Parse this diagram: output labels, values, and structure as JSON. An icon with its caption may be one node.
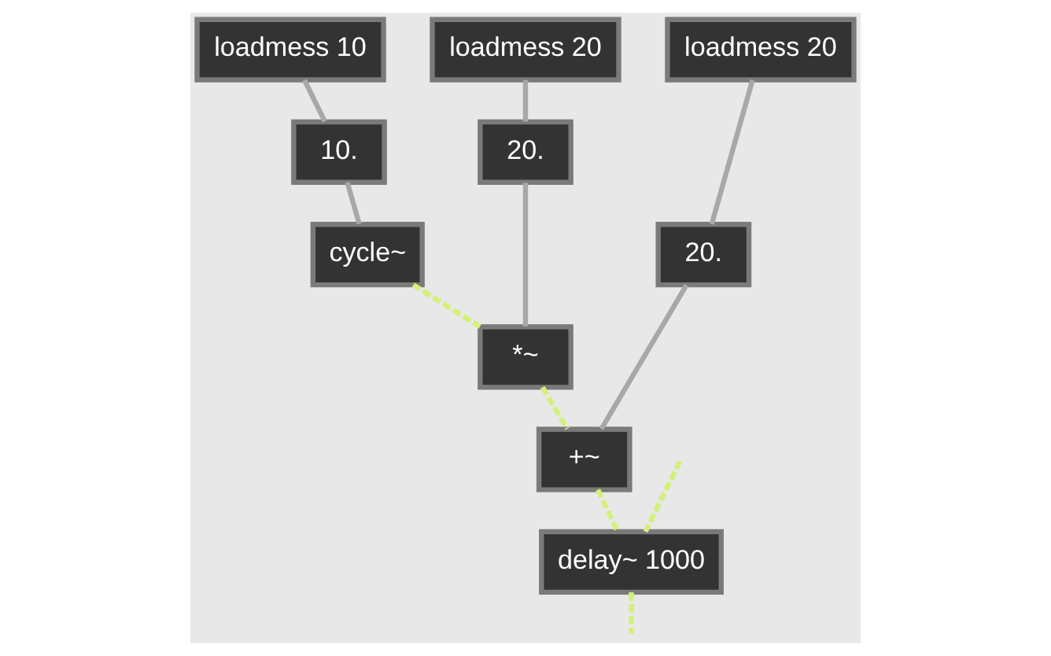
{
  "diagram": {
    "nodes": [
      {
        "text": [
          "loadmess 10"
        ]
      },
      {
        "text": [
          "loadmess 20"
        ]
      },
      {
        "text": [
          "loadmess 20"
        ]
      },
      {
        "text": [
          "10."
        ]
      },
      {
        "text": [
          "20."
        ]
      },
      {
        "text": [
          "20."
        ]
      },
      {
        "text": [
          "cycle~"
        ]
      },
      {
        "text": [
          "*~"
        ]
      },
      {
        "text": [
          "+~"
        ]
      },
      {
        "text": [
          "delay~ 1000"
        ]
      }
    ],
    "edges": [
      {
        "from": 0,
        "to": 3,
        "arrow": "none"
      },
      {
        "from": 1,
        "to": 4,
        "arrow": "none"
      },
      {
        "from": 2,
        "to": 5,
        "arrow": "none"
      },
      {
        "from": 3,
        "to": 6,
        "arrow": "none"
      },
      {
        "from": 4,
        "to": 7,
        "arrow": "none"
      },
      {
        "from": 5,
        "to": 8,
        "arrow": "none"
      },
      {
        "from": 6,
        "to": 7,
        "arrow": "none",
        "style": "dashed",
        "color": "#d4f07a"
      },
      {
        "from": 7,
        "to": 8,
        "arrow": "none",
        "style": "dashed",
        "color": "#d4f07a"
      },
      {
        "from": 8,
        "to": 9,
        "arrow": "none",
        "style": "dashed",
        "color": "#d4f07a"
      },
      {
        "from": null,
        "to": 9,
        "arrow": "none",
        "style": "dashed",
        "color": "#d4f07a"
      },
      {
        "from": 9,
        "to": null,
        "arrow": "none",
        "style": "dashed",
        "color": "#d4f07a"
      }
    ]
  }
}
